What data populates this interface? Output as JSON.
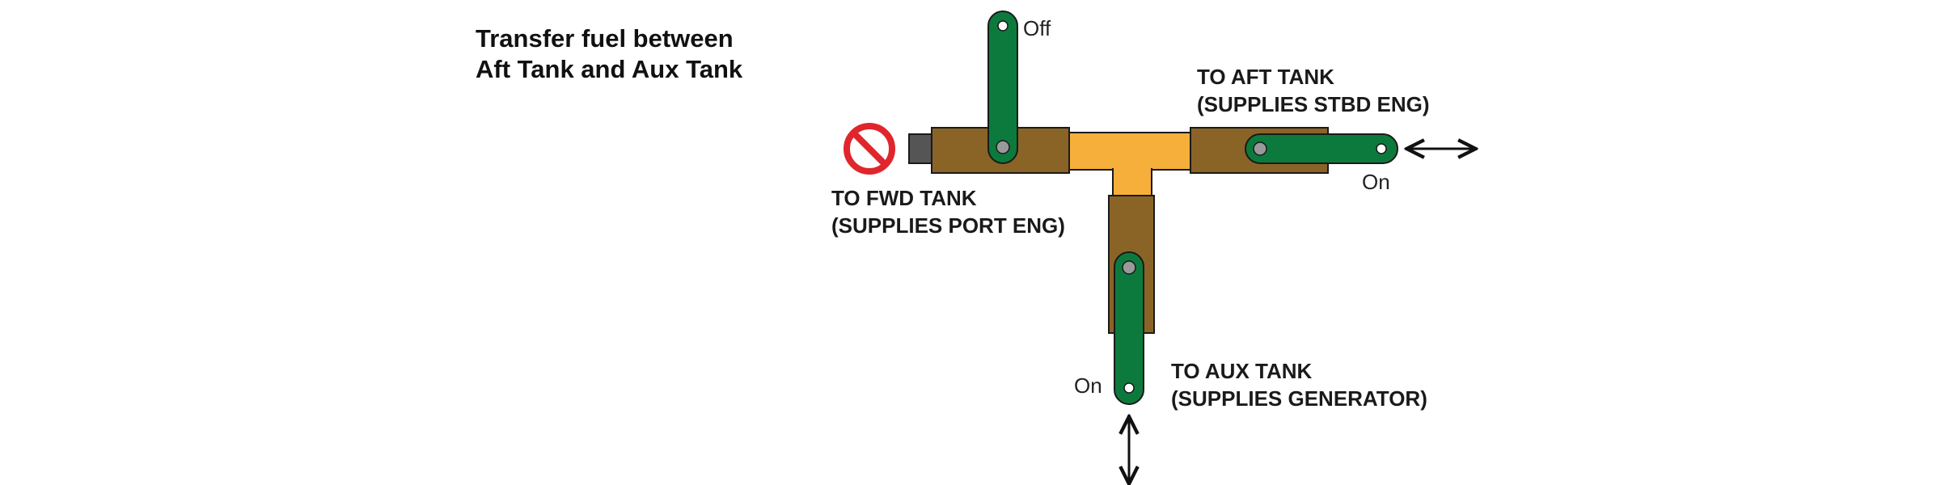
{
  "title": {
    "line1": "Transfer fuel between",
    "line2": "Aft Tank and Aux Tank"
  },
  "ports": {
    "fwd": {
      "line1": "TO FWD TANK",
      "line2": "(SUPPLIES PORT ENG)",
      "status": "prohibited-icon"
    },
    "aft": {
      "line1": "TO AFT TANK",
      "line2": "(SUPPLIES STBD ENG)"
    },
    "aux": {
      "line1": "TO AUX TANK",
      "line2": "(SUPPLIES GENERATOR)"
    }
  },
  "valves": {
    "fwd_handle": {
      "state_label": "Off"
    },
    "aft_handle": {
      "state_label": "On"
    },
    "aux_handle": {
      "state_label": "On"
    }
  },
  "flow_arrows": [
    "horizontal-double-arrow-icon",
    "vertical-double-arrow-icon"
  ],
  "colors": {
    "valve_body": "#8a6426",
    "fuel_tee": "#f6af3a",
    "handle": "#0d7a3d",
    "prohibited": "#e0262c",
    "stub": "#555555"
  }
}
